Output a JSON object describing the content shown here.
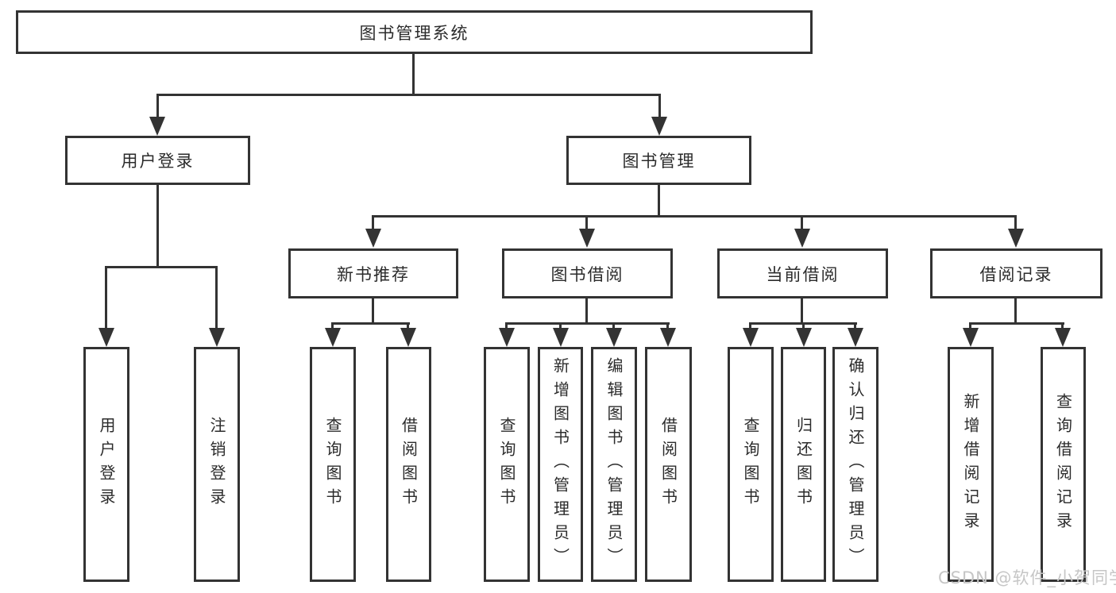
{
  "tree": {
    "root": {
      "label": "图书管理系统",
      "children": [
        {
          "label": "用户登录",
          "children": [
            {
              "label": "用户登录"
            },
            {
              "label": "注销登录"
            }
          ]
        },
        {
          "label": "图书管理",
          "children": [
            {
              "label": "新书推荐",
              "children": [
                {
                  "label": "查询图书"
                },
                {
                  "label": "借阅图书"
                }
              ]
            },
            {
              "label": "图书借阅",
              "children": [
                {
                  "label": "查询图书"
                },
                {
                  "label": "新增图书（管理员）"
                },
                {
                  "label": "编辑图书（管理员）"
                },
                {
                  "label": "借阅图书"
                }
              ]
            },
            {
              "label": "当前借阅",
              "children": [
                {
                  "label": "查询图书"
                },
                {
                  "label": "归还图书"
                },
                {
                  "label": "确认归还（管理员）"
                }
              ]
            },
            {
              "label": "借阅记录",
              "children": [
                {
                  "label": "新增借阅记录"
                },
                {
                  "label": "查询借阅记录"
                }
              ]
            }
          ]
        }
      ]
    }
  },
  "watermark": {
    "text": "CSDN @软件_小贺同学"
  },
  "colors": {
    "line": "#333333",
    "text": "#2b2b2b",
    "box_fill": "#ffffff",
    "background": "#ffffff",
    "watermark": "#c6c6c6"
  }
}
